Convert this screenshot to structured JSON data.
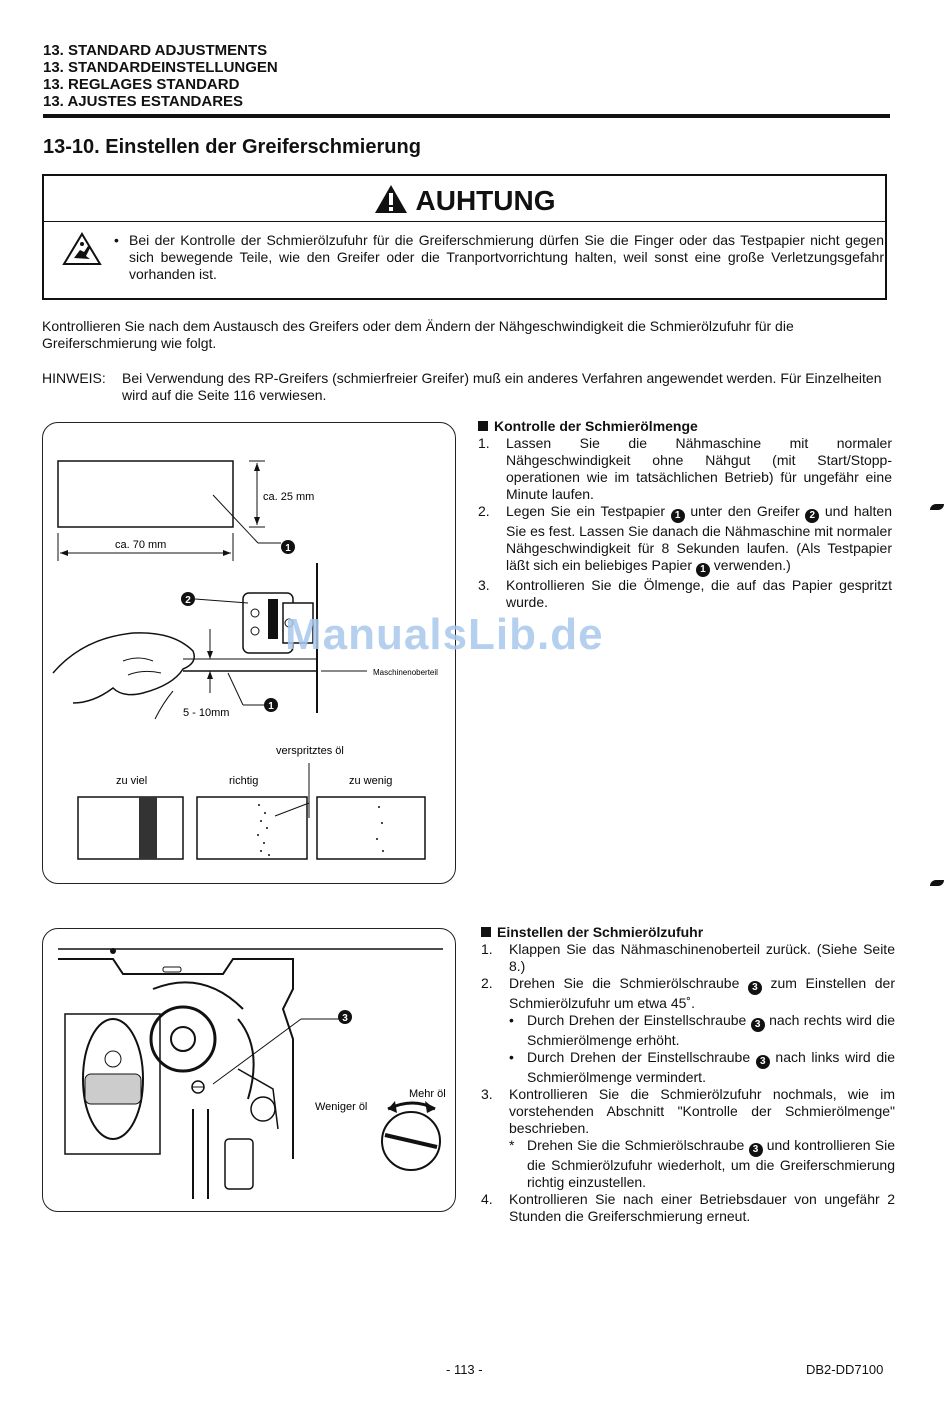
{
  "header": {
    "lines": [
      "13. STANDARD ADJUSTMENTS",
      "13. STANDARDEINSTELLUNGEN",
      "13. REGLAGES STANDARD",
      "13. AJUSTES ESTANDARES"
    ]
  },
  "section_title": "13-10. Einstellen der Greiferschmierung",
  "warning": {
    "title": "AUHTUNG",
    "bullet": "•",
    "text": "Bei der Kontrolle der Schmierölzufuhr für die Greiferschmierung dürfen Sie die Finger oder das Testpapier nicht gegen sich bewegende Teile, wie den Greifer oder die Tranportvorrichtung halten, weil sonst eine große Verletzungsgefahr vorhanden ist."
  },
  "intro": "Kontrollieren Sie nach dem Austausch des Greifers oder dem Ändern der Nähgeschwindigkeit die Schmierölzufuhr für die Greiferschmierung wie folgt.",
  "hinweis": {
    "label": "HINWEIS:",
    "text": "Bei Verwendung des RP-Greifers (schmierfreier Greifer) muß ein anderes Verfahren angewendet werden. Für Einzelheiten wird auf die Seite 116 verwiesen."
  },
  "figure1": {
    "dim_height": "ca. 25 mm",
    "dim_width": "ca. 70 mm",
    "dim_gap": "5 - 10mm",
    "label_top": "Maschinenoberteil",
    "label_oil": "verspritztes öl",
    "samples": [
      "zu viel",
      "richtig",
      "zu wenig"
    ],
    "callouts": [
      "1",
      "2",
      "1"
    ]
  },
  "section1": {
    "heading": "Kontrolle der Schmierölmenge",
    "steps": [
      {
        "n": "1.",
        "text": "Lassen Sie die Nähmaschine mit normaler Nähgeschwindigkeit ohne Nähgut (mit Start/Stopp-operationen wie im tatsächlichen Betrieb) für ungefähr eine Minute laufen."
      },
      {
        "n": "2.",
        "a": "Legen Sie ein Testpapier",
        "c1": "1",
        "b": "unter den Greifer",
        "c2": "2",
        "c": "und halten Sie es fest. Lassen Sie danach die Nähmaschine mit normaler Nähgeschwindigkeit für 8 Sekunden laufen. (Als Testpapier läßt sich ein beliebiges Papier",
        "c3": "1",
        "d": "verwenden.)"
      },
      {
        "n": "3.",
        "text": "Kontrollieren Sie die Ölmenge, die auf das Papier gespritzt wurde."
      }
    ]
  },
  "figure2": {
    "label_less": "Weniger öl",
    "label_more": "Mehr öl",
    "callout": "3"
  },
  "section2": {
    "heading": "Einstellen der Schmierölzufuhr",
    "step1": {
      "n": "1.",
      "text": "Klappen Sie das Nähmaschinenoberteil zurück. (Siehe Seite 8.)"
    },
    "step2": {
      "n": "2.",
      "a": "Drehen Sie die Schmierölschraube",
      "c": "3",
      "b": "zum Einstellen der Schmierölzufuhr um etwa 45˚."
    },
    "bullet1": {
      "b": "•",
      "a": "Durch Drehen der Einstellschraube",
      "c": "3",
      "rest": "nach rechts wird die Schmierölmenge erhöht."
    },
    "bullet2": {
      "b": "•",
      "a": "Durch Drehen der Einstellschraube",
      "c": "3",
      "rest": "nach links wird die Schmierölmenge vermindert."
    },
    "step3": {
      "n": "3.",
      "text": "Kontrollieren Sie die Schmierölzufuhr nochmals, wie im vorstehenden Abschnitt \"Kontrolle der Schmierölmenge\" beschrieben."
    },
    "star": {
      "b": "*",
      "a": "Drehen Sie die Schmierölschraube",
      "c": "3",
      "rest": "und kontrollieren Sie die Schmierölzufuhr wiederholt, um die Greiferschmierung richtig einzustellen."
    },
    "step4": {
      "n": "4.",
      "text": "Kontrollieren Sie nach einer Betriebsdauer von ungefähr 2 Stunden die Greiferschmierung erneut."
    }
  },
  "watermark": "ManualsLib.de",
  "footer": {
    "page": "- 113 -",
    "doc": "DB2-DD7100"
  }
}
